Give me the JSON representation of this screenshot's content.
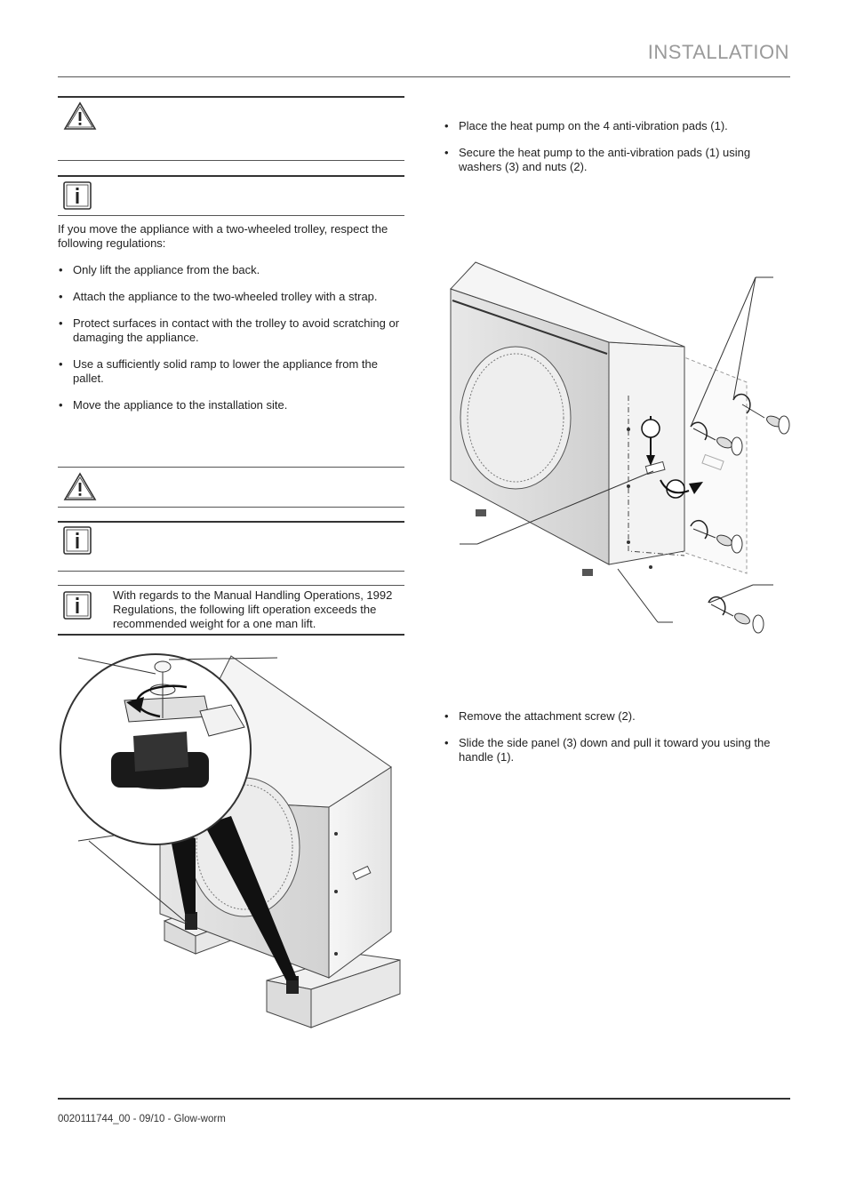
{
  "header": {
    "title": "INSTALLATION"
  },
  "left": {
    "trolley_intro": "If you move the appliance with a two-wheeled trolley, respect the following regulations:",
    "trolley_steps": [
      "Only lift the appliance from the back.",
      "Attach the appliance to the two-wheeled trolley with a strap.",
      "Protect surfaces in contact with the trolley to avoid scratching or damaging the appliance.",
      "Use a sufficiently solid ramp to lower the appliance from the pallet.",
      "Move the appliance to the installation site."
    ],
    "handling_note": "With regards to the Manual Handling Operations, 1992 Regulations, the following lift operation exceeds the recommended weight for a one man lift."
  },
  "right": {
    "pad_steps": [
      "Place the heat pump on the 4 anti-vibration pads (1).",
      "Secure the heat pump to the anti-vibration pads (1) using washers (3) and nuts (2)."
    ],
    "panel_steps": [
      "Remove the attachment screw (2).",
      "Slide the side panel (3) down and pull it toward you using the handle (1)."
    ]
  },
  "footer": {
    "text": "0020111744_00 - 09/10 - Glow-worm"
  },
  "icons": [
    "warning-triangle-icon",
    "info-icon"
  ]
}
